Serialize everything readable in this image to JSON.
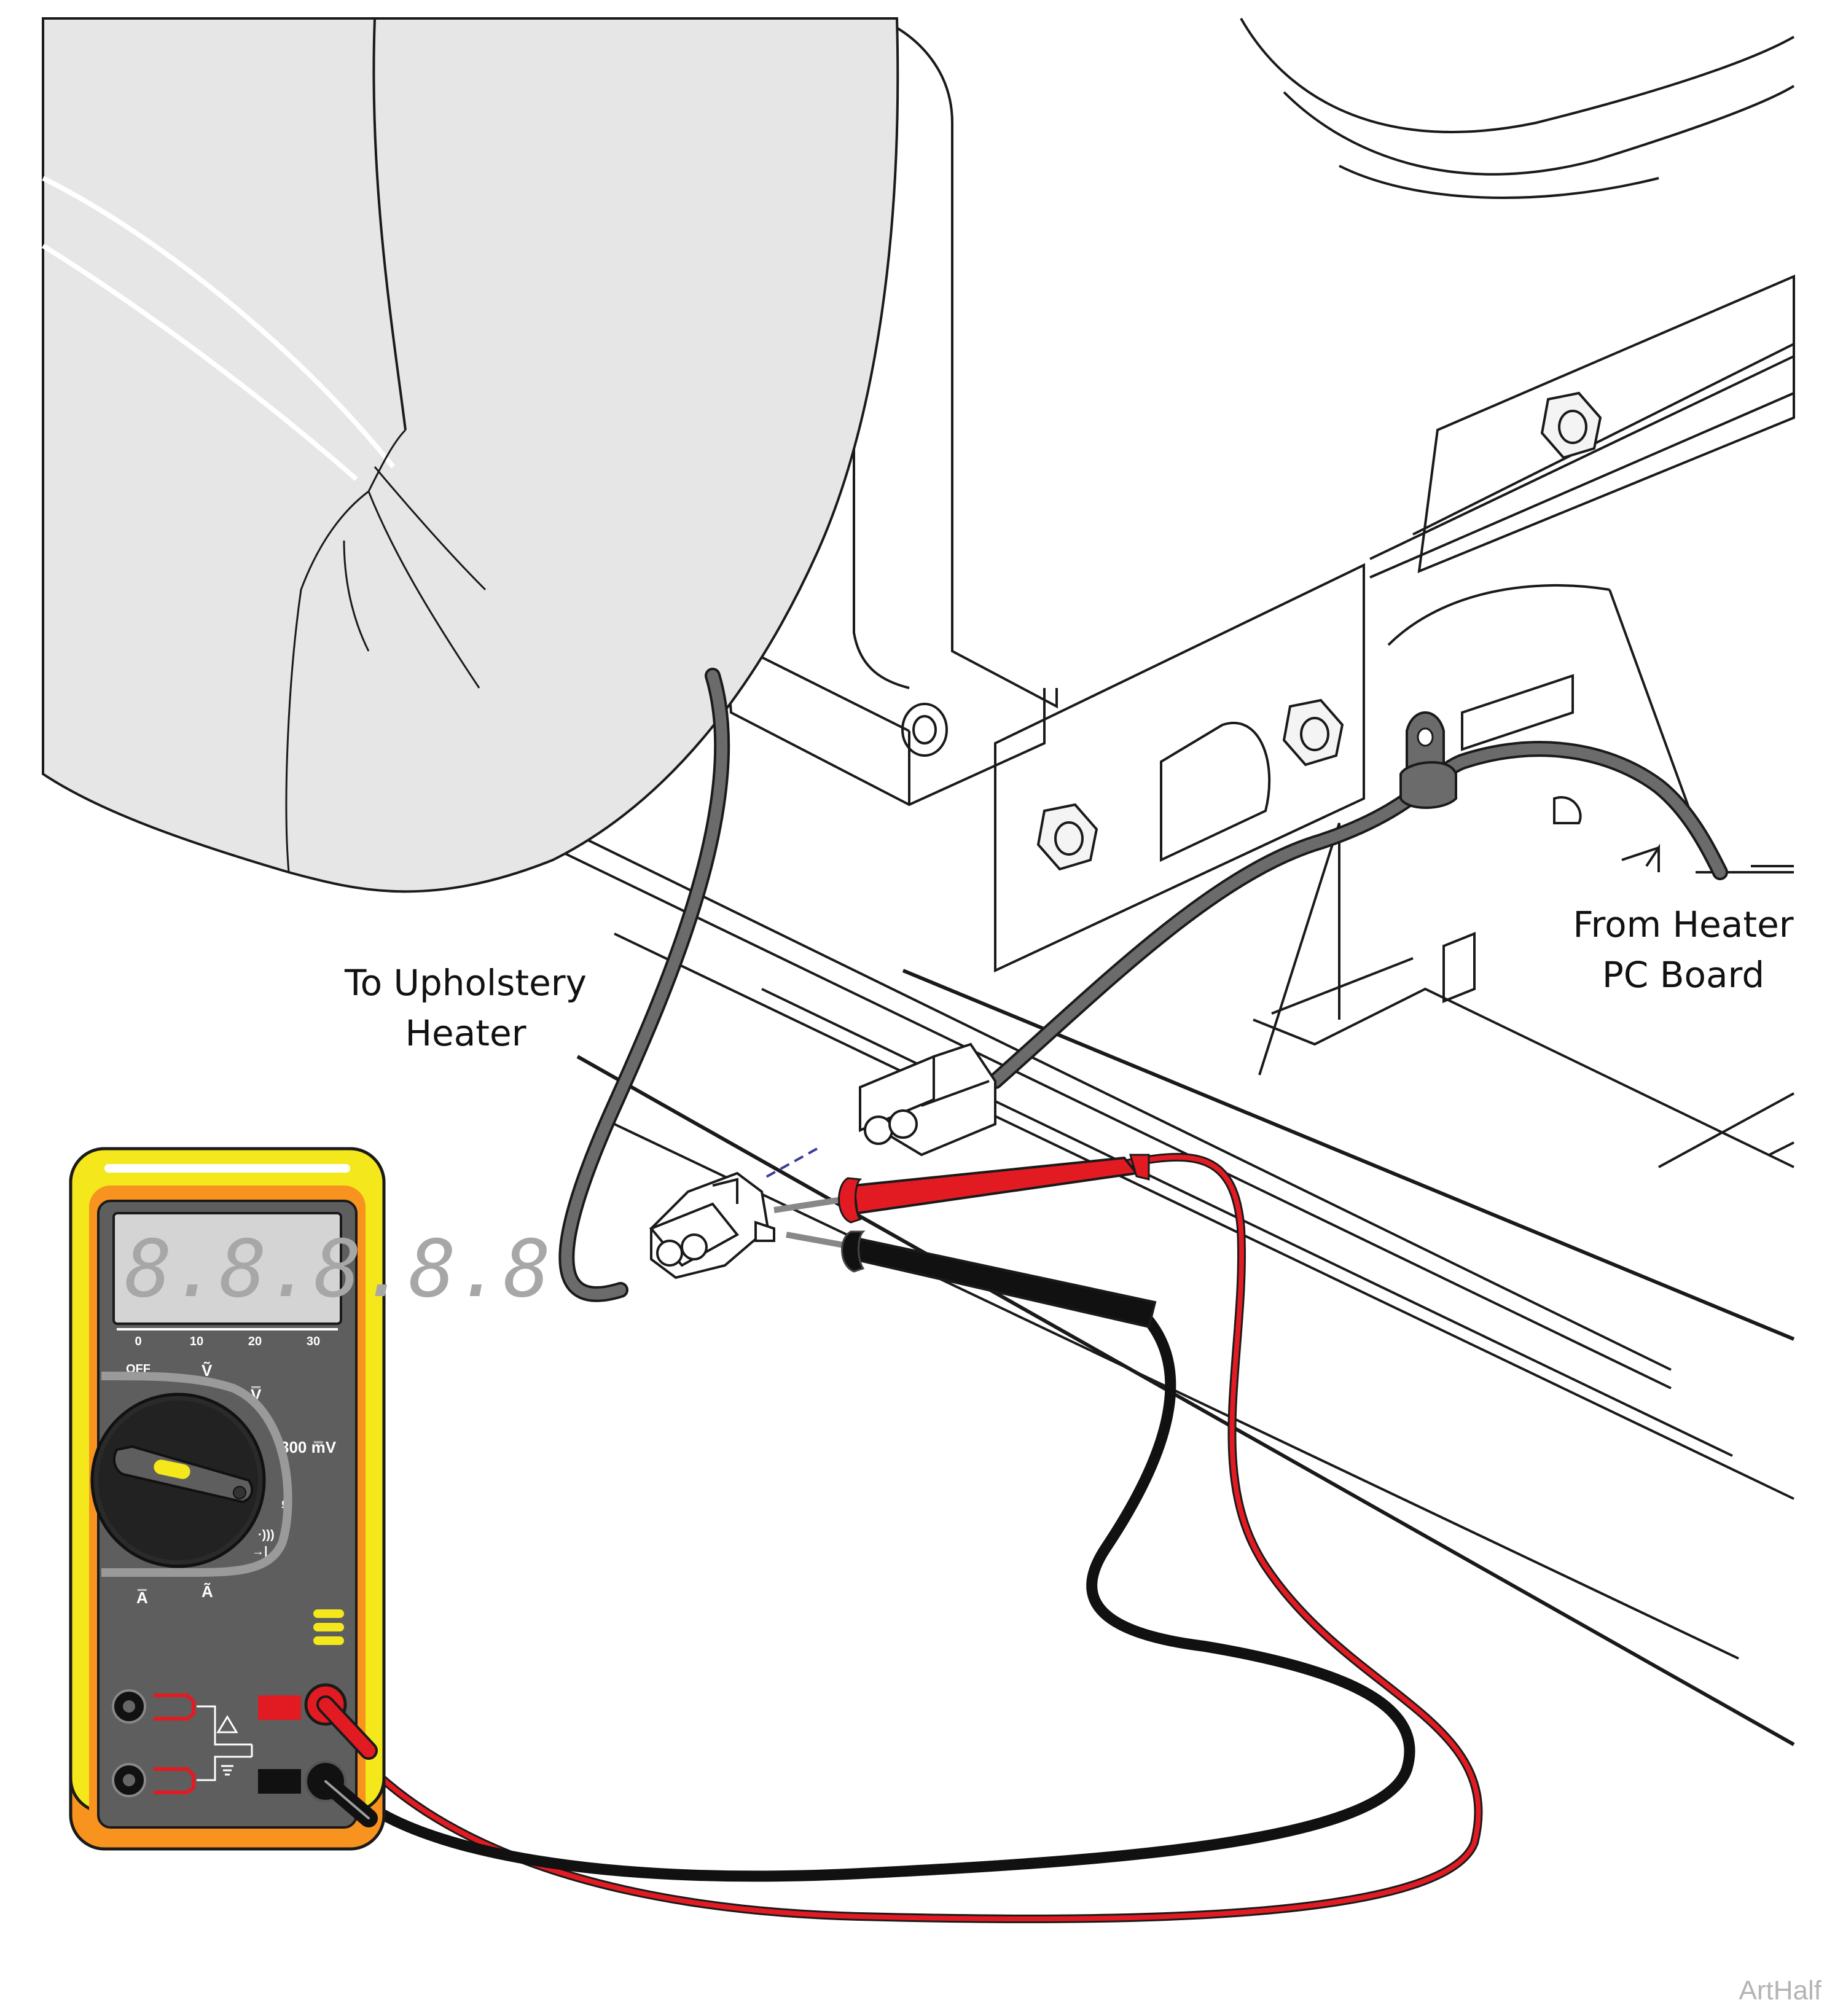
{
  "labels": {
    "upholstery_line1": "To Upholstery",
    "upholstery_line2": "Heater",
    "pcboard_line1": "From Heater",
    "pcboard_line2": "PC Board",
    "credit": "ArtHalf"
  },
  "meter": {
    "display": "8.8.8.8.8",
    "scale_ticks": [
      "0",
      "10",
      "20",
      "30"
    ],
    "dial_off": "OFF",
    "dial_vac": "Ṽ",
    "dial_vdc": "V̿",
    "dial_mv": "300 m̿V",
    "dial_ohm": "Ω",
    "dial_continuity": "·)))",
    "dial_diode": "→|",
    "dial_adc": "A̿",
    "dial_aac": "Ã"
  },
  "colors": {
    "meter_yellow": "#f4e81c",
    "meter_orange": "#f7931e",
    "meter_body": "#5e5e5e",
    "probe_red": "#e21b23",
    "probe_black": "#111111",
    "cable_gray": "#6b6b6b",
    "upholstery_fill": "#e6e6e6"
  }
}
